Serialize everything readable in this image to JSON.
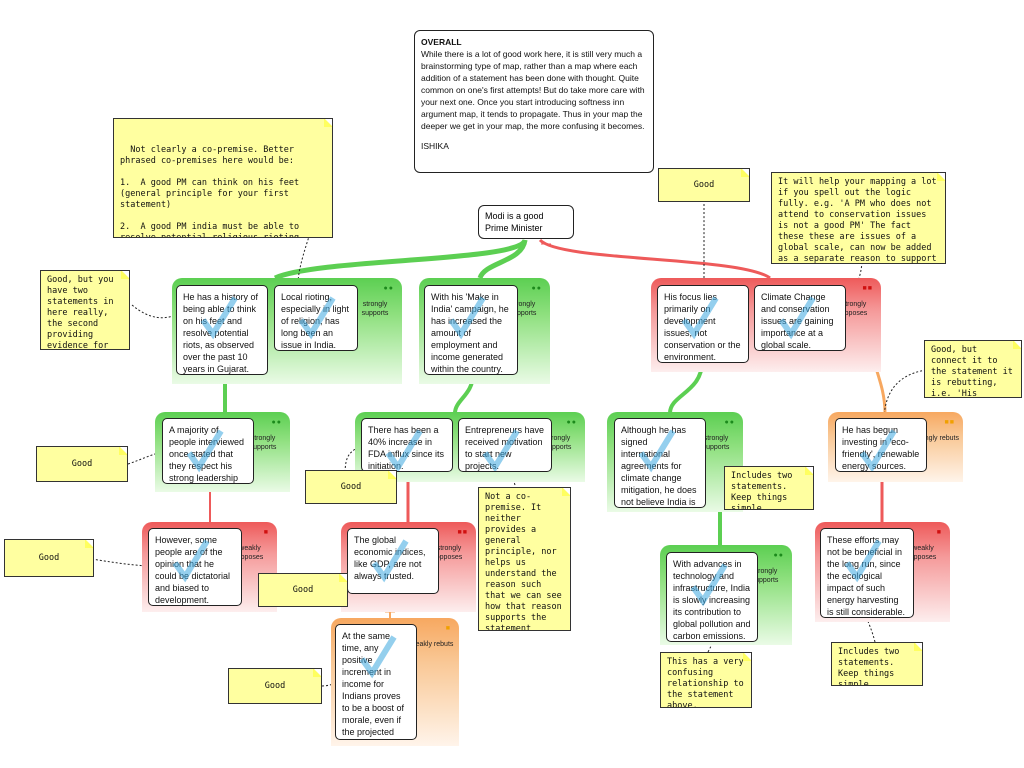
{
  "overall": {
    "title": "OVERALL",
    "body": "While there is a lot of good work here, it is still very much a brainstorming type of map, rather than a map where each addition of a statement has been done with thought. Quite common on one's first attempts! But do take more care with your next one. Once you start introducing softness inn argument map, it tends to propagate. Thus in your map the deeper we get in your map, the more confusing it becomes.",
    "signature": "ISHIKA"
  },
  "root": {
    "text": "Modi is a good Prime Minister"
  },
  "relations": {
    "strongly_supports": "strongly supports",
    "strongly_opposes": "strongly opposes",
    "weakly_opposes": "weakly opposes",
    "strongly_rebuts": "strongly rebuts",
    "weakly_rebuts": "weakly rebuts"
  },
  "claims": {
    "gujarat": "He has a history of being able to think on his feet and resolve potential riots, as observed over the past 10 years in Gujarat.",
    "rioting": "Local rioting, especially in light of religion, has long been an issue in India.",
    "make_in_india": "With his 'Make in India' campaign, he has increased the amount of employment and income generated within the country.",
    "development": "His focus lies primarily on development issues, not conservation or the environment.",
    "climate": "Climate Change and conservation issues are gaining importance at a global scale.",
    "interviewed": "A majority of people interviewed once stated that they respect his strong leadership skills.",
    "fdi": "There has been a 40% increase in FDA influx since its initiation.",
    "entrepreneurs": "Entrepreneurs have received motivation to start new projects.",
    "climate_agreements": "Although he has signed international agreements for climate change mitigation, he does not believe India is a major contributor.",
    "eco_friendly": "He has begun investing in 'eco-friendly', renewable energy sources.",
    "dictatorial": "However, some people are of the opinion that he could be dictatorial and biased to development.",
    "gdp": "The global economic indices, like GDP, are not always trusted.",
    "infrastructure": "With advances in technology and infrastructure, India is slowly increasing its contribution to global pollution and carbon emissions.",
    "not_beneficial": "These efforts may not be beneficial in the long run, since the ecological impact of such energy harvesting is still considerable.",
    "income_morale": "At the same time, any positive increment in income for Indians proves to be a boost of morale, even if the projected figures are inaccurate."
  },
  "notes": {
    "co_premise": "Not clearly a co-premise. Better phrased co-premises here would be:\n\n1.  A good PM can think on his feet (general principle for your first statement)\n\n2.  A good PM india must be able to resolve potential religious rioting (general principle for your second statement)",
    "two_statements": "Good, but you have two statements in here really, the second providing evidence for the first.",
    "good_top": "Good",
    "spell_out": "It will help your mapping a lot if you spell out the logic fully. e.g. 'A PM who does not attend to conservation issues is not a good PM' The fact these these are issues of a global scale, can now be added as a separate reason to support your co-premise.",
    "connect": "Good, but connect it to the statement it is rebutting, i.e. 'His focus..'",
    "good_a": "Good",
    "good_b": "Good",
    "good_c": "Good",
    "good_d": "Good",
    "good_e": "Good",
    "not_co_premise": "Not a co-premise. It neither provides a general principle, nor helps us understand the reason such that we can see how that reason supports the statement directly above.",
    "includes_two_1": "Includes two statements. Keep things simple.",
    "confusing": "This has a very confusing relationship to the statement above.",
    "includes_two_2": "Includes two statements. Keep things simple."
  },
  "colors": {
    "support": "#5ccf52",
    "oppose": "#ee5a5a",
    "rebut": "#f7a860",
    "note": "#ffffa0",
    "tick": "#3da8e0"
  }
}
